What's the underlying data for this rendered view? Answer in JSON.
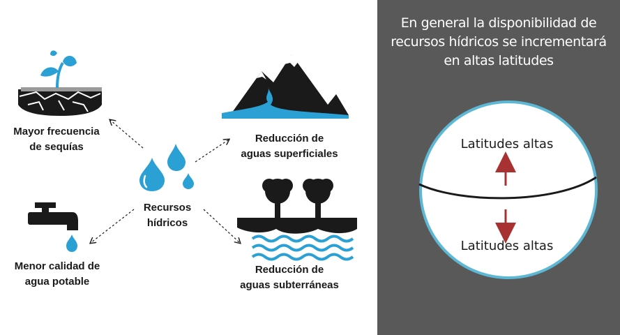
{
  "diagram": {
    "center": {
      "line1": "Recursos",
      "line2": "hídricos"
    },
    "drought": {
      "line1": "Mayor frecuencia",
      "line2": "de sequías"
    },
    "surface": {
      "line1": "Reducción de",
      "line2": "aguas superficiales"
    },
    "water_quality": {
      "line1": "Menor calidad de",
      "line2": "agua potable"
    },
    "groundwater": {
      "line1": "Reducción de",
      "line2": "aguas subterráneas"
    }
  },
  "panel": {
    "title_line1": "En general la disponibilidad de",
    "title_line2": "recursos hídricos se incrementará",
    "title_line3": "en altas latitudes",
    "upper_label": "Latitudes altas",
    "lower_label": "Latitudes altas"
  },
  "colors": {
    "water_blue": "#2aa0d4",
    "dark": "#1a1a1a",
    "panel_bg": "#595959",
    "globe_border": "#5cb8d4",
    "arrow_red": "#a83232"
  }
}
